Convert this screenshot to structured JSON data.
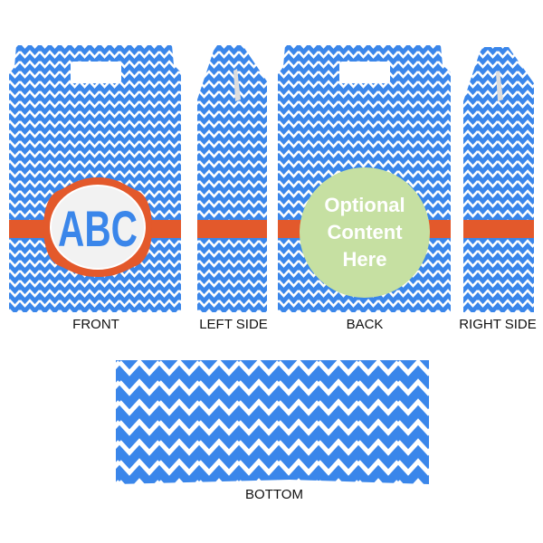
{
  "panels": {
    "front": {
      "label": "FRONT",
      "monogram": "ABC"
    },
    "left_side": {
      "label": "LEFT SIDE"
    },
    "back": {
      "label": "BACK",
      "content_lines": [
        "Optional",
        "Content",
        "Here"
      ]
    },
    "right_side": {
      "label": "RIGHT SIDE"
    },
    "bottom": {
      "label": "BOTTOM"
    }
  },
  "colors": {
    "pattern_blue": "#3a86ea",
    "pattern_white": "#ffffff",
    "band_orange": "#e3592b",
    "placeholder_green": "#c6e0a2",
    "monogram_blue": "#3a86ea"
  },
  "pattern": "chevron-zigzag"
}
